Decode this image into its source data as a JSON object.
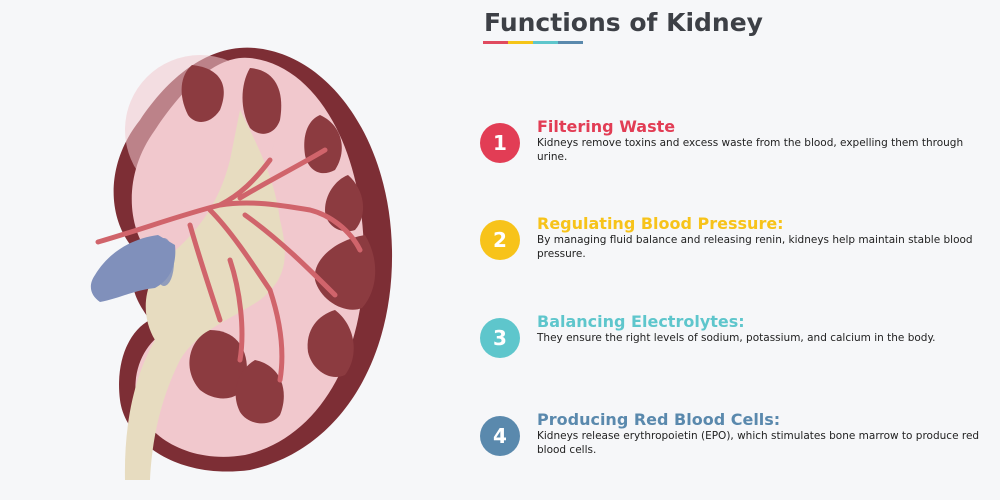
{
  "title": "Functions of Kidney",
  "title_bar_colors": [
    "#e04a5f",
    "#f5c518",
    "#5ec6cc",
    "#5a89ad"
  ],
  "items": [
    {
      "number": "1",
      "title": "Filtering Waste",
      "description": "Kidneys remove toxins and excess waste from the blood, expelling them through urine.",
      "color": "#e23d55"
    },
    {
      "number": "2",
      "title": "Regulating Blood Pressure:",
      "description": "By managing fluid balance and releasing renin, kidneys help maintain stable blood pressure.",
      "color": "#f7c31a"
    },
    {
      "number": "3",
      "title": "Balancing Electrolytes:",
      "description": "They ensure the right levels of sodium, potassium, and calcium in the body.",
      "color": "#5ec6cc"
    },
    {
      "number": "4",
      "title": "Producing Red Blood Cells:",
      "description": "Kidneys release erythropoietin (EPO), which stimulates bone marrow to produce red blood cells.",
      "color": "#5a89ad"
    }
  ],
  "kidney_colors": {
    "capsule": "#7d2e35",
    "cortex": "#f1c8cd",
    "pyramid": "#8c3b40",
    "pelvis": "#e7dcc0",
    "artery": "#d0646b",
    "vein": "#8090bb"
  }
}
